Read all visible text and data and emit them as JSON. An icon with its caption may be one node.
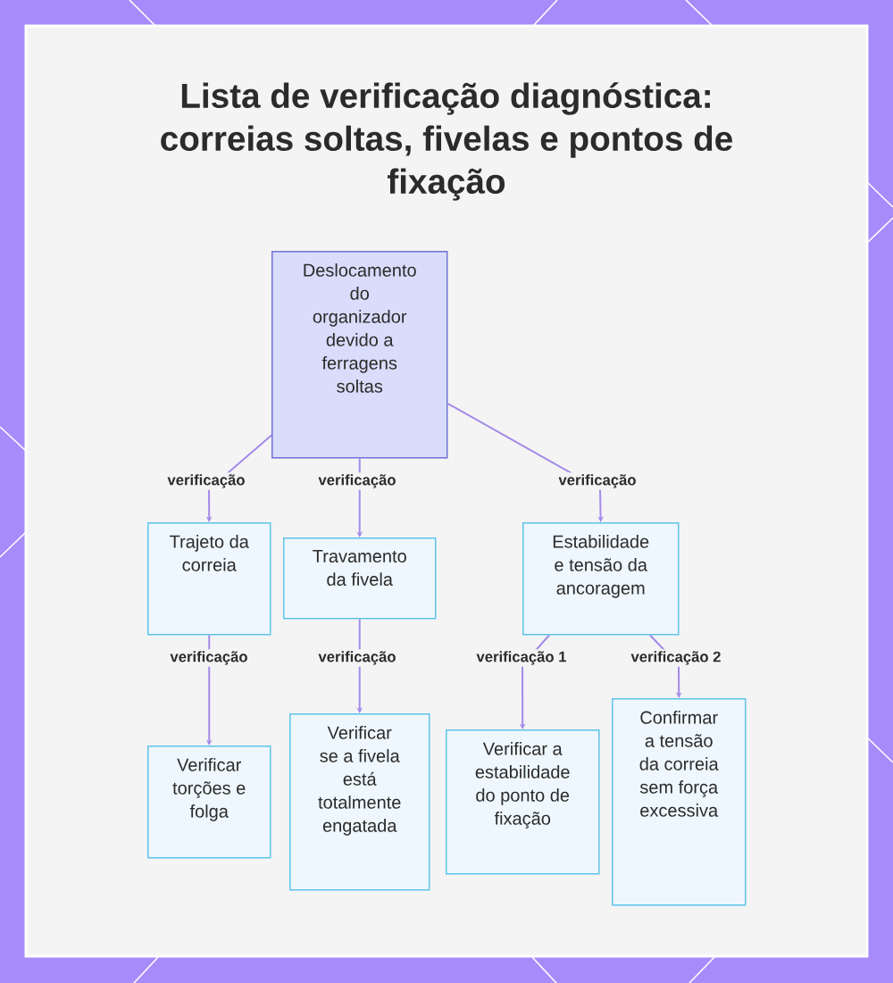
{
  "diagram": {
    "title": "Lista de verificação diagnóstica: correias soltas, fivelas e pontos de fixação",
    "nodes": [
      {
        "text": [
          "Deslocamento do organizador devido a ferragens soltas"
        ]
      },
      {
        "text": [
          "Trajeto da correia"
        ]
      },
      {
        "text": [
          "Travamento da fivela"
        ]
      },
      {
        "text": [
          "Estabilidade e tensão da ancoragem"
        ]
      },
      {
        "text": [
          "Verificar torções e folga"
        ]
      },
      {
        "text": [
          "Verificar se a fivela está totalmente engatada"
        ]
      },
      {
        "text": [
          "Verificar a estabilidade do ponto de fixação"
        ]
      },
      {
        "text": [
          "Confirmar a tensão da correia sem força excessiva"
        ]
      }
    ],
    "edges": [
      {
        "from": 0,
        "to": 1,
        "arrow": "to",
        "label": "verificação"
      },
      {
        "from": 0,
        "to": 2,
        "arrow": "to",
        "label": "verificação"
      },
      {
        "from": 0,
        "to": 3,
        "arrow": "to",
        "label": "verificação"
      },
      {
        "from": 1,
        "to": 4,
        "arrow": "to",
        "label": "verificação"
      },
      {
        "from": 2,
        "to": 5,
        "arrow": "to",
        "label": "verificação"
      },
      {
        "from": 3,
        "to": 6,
        "arrow": "to",
        "label": "verificação 1"
      },
      {
        "from": 3,
        "to": 7,
        "arrow": "to",
        "label": "verificação 2"
      }
    ]
  }
}
